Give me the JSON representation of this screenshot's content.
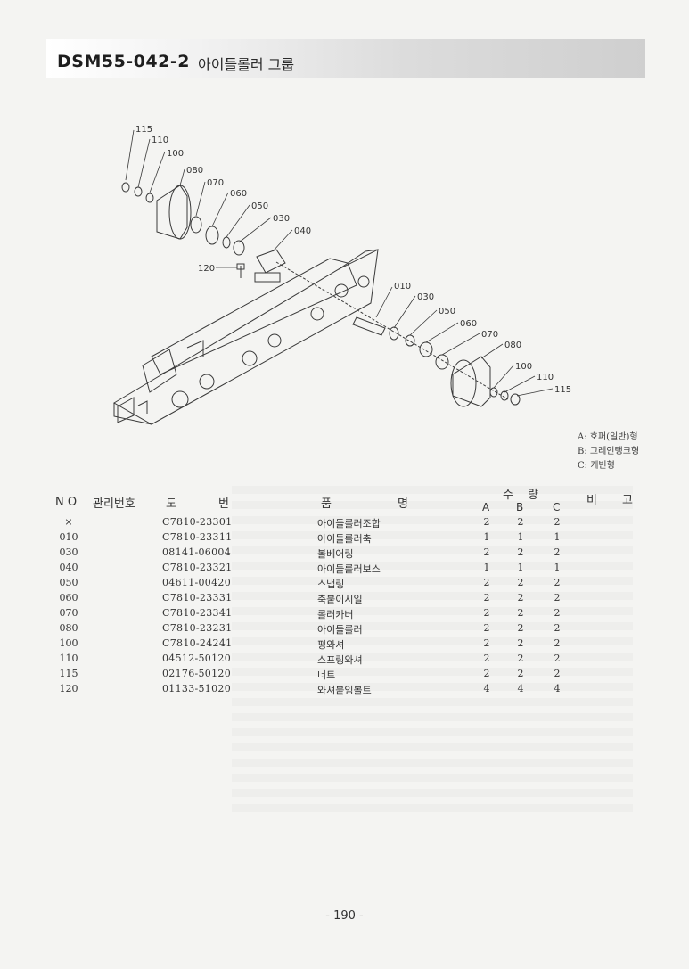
{
  "header": {
    "code": "DSM55-042-2",
    "group_name": "아이들롤러 그룹"
  },
  "diagram": {
    "callouts_upper": [
      "115",
      "110",
      "100",
      "080",
      "070",
      "060",
      "050",
      "030",
      "040",
      "120"
    ],
    "callouts_lower": [
      "010",
      "030",
      "050",
      "060",
      "070",
      "080",
      "100",
      "110",
      "115"
    ]
  },
  "legend": {
    "a": "A: 호퍼(일반)형",
    "b": "B: 그레인탱크형",
    "c": "C: 캐빈형"
  },
  "table": {
    "headers": {
      "no": "N O",
      "mgmt_no": "관리번호",
      "drawing_1": "도",
      "drawing_2": "번",
      "name_1": "품",
      "name_2": "명",
      "qty_1": "수",
      "qty_2": "량",
      "qty_a": "A",
      "qty_b": "B",
      "qty_c": "C",
      "remarks_1": "비",
      "remarks_2": "고"
    },
    "rows": [
      {
        "no": "×",
        "part": "C7810-23301",
        "name": "아이들롤러조합",
        "a": "2",
        "b": "2",
        "c": "2"
      },
      {
        "no": "010",
        "part": "C7810-23311",
        "name": "아이들롤러축",
        "a": "1",
        "b": "1",
        "c": "1"
      },
      {
        "no": "030",
        "part": "08141-06004",
        "name": "볼베어링",
        "a": "2",
        "b": "2",
        "c": "2"
      },
      {
        "no": "040",
        "part": "C7810-23321",
        "name": "아이들롤러보스",
        "a": "1",
        "b": "1",
        "c": "1"
      },
      {
        "no": "050",
        "part": "04611-00420",
        "name": "스냅링",
        "a": "2",
        "b": "2",
        "c": "2"
      },
      {
        "no": "060",
        "part": "C7810-23331",
        "name": "축붙이시일",
        "a": "2",
        "b": "2",
        "c": "2"
      },
      {
        "no": "070",
        "part": "C7810-23341",
        "name": "롤러카버",
        "a": "2",
        "b": "2",
        "c": "2"
      },
      {
        "no": "080",
        "part": "C7810-23231",
        "name": "아이들롤러",
        "a": "2",
        "b": "2",
        "c": "2"
      },
      {
        "no": "100",
        "part": "C7810-24241",
        "name": "평와셔",
        "a": "2",
        "b": "2",
        "c": "2"
      },
      {
        "no": "110",
        "part": "04512-50120",
        "name": "스프링와셔",
        "a": "2",
        "b": "2",
        "c": "2"
      },
      {
        "no": "115",
        "part": "02176-50120",
        "name": "너트",
        "a": "2",
        "b": "2",
        "c": "2"
      },
      {
        "no": "120",
        "part": "01133-51020",
        "name": "와셔붙임볼트",
        "a": "4",
        "b": "4",
        "c": "4"
      }
    ]
  },
  "footer": {
    "page_number": "- 190 -"
  }
}
